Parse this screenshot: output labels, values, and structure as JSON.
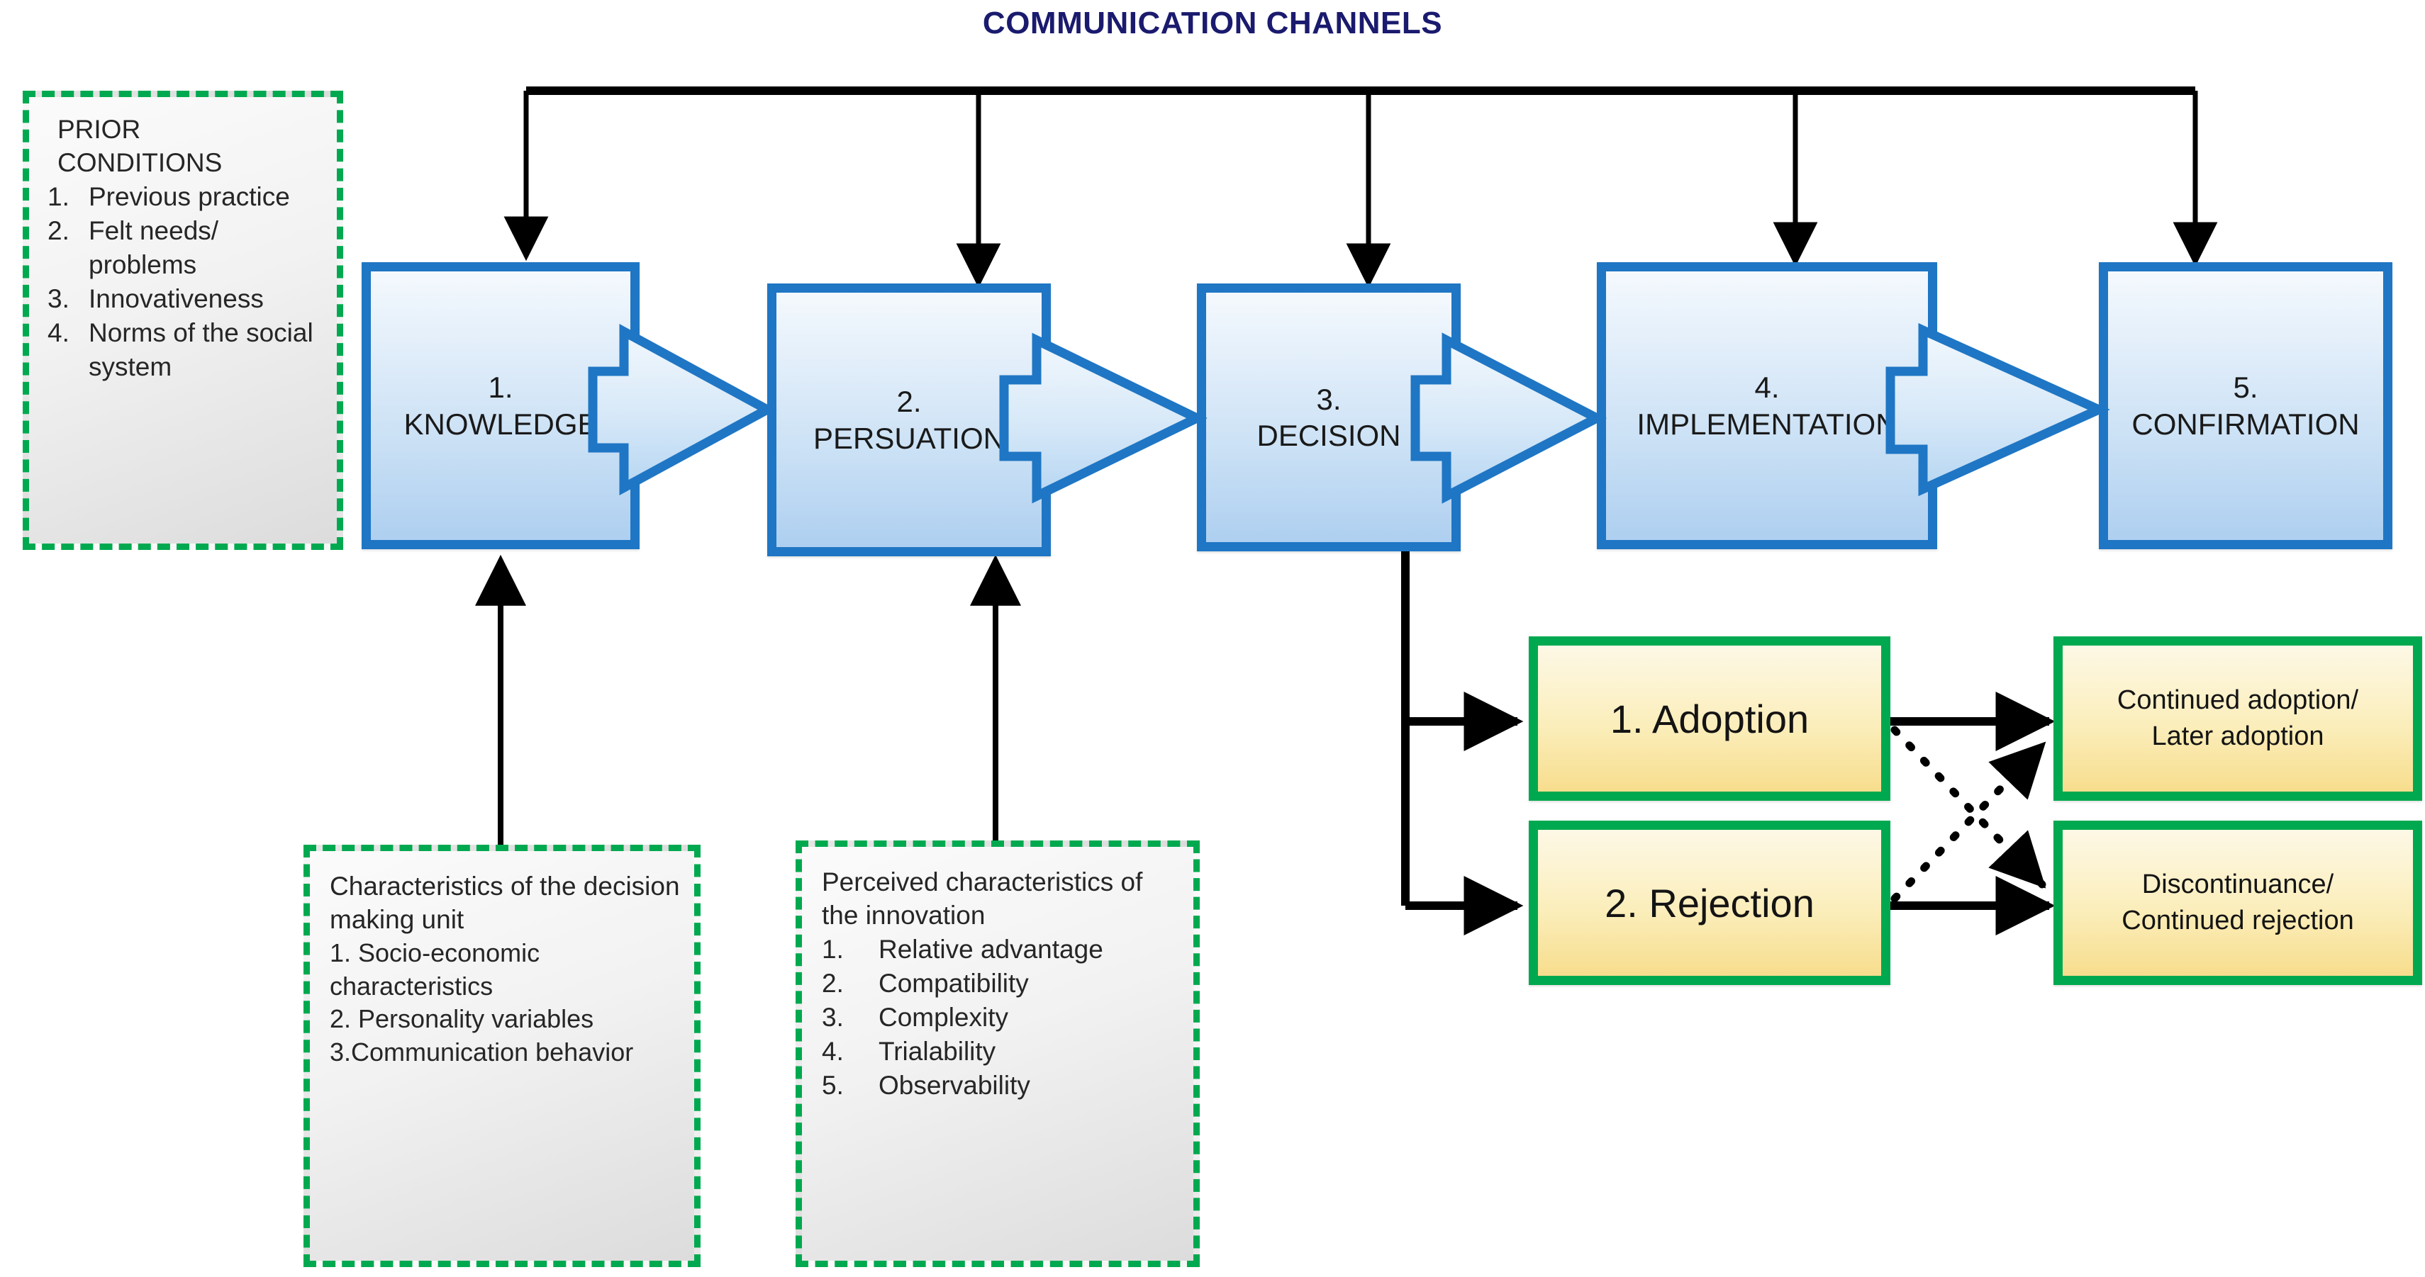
{
  "title": "COMMUNICATION CHANNELS",
  "colors": {
    "title_navy": "#1a1a6e",
    "stage_border_blue": "#1f76c4",
    "dashed_green": "#00a94f",
    "result_green": "#00a94f",
    "gold_fill": "#f7dd8d",
    "connector_black": "#000000"
  },
  "prior_conditions": {
    "heading": "PRIOR\nCONDITIONS",
    "items": [
      {
        "n": "1.",
        "text": "Previous practice"
      },
      {
        "n": "2.",
        "text": "Felt needs/ problems"
      },
      {
        "n": "3.",
        "text": "Innovativeness"
      },
      {
        "n": "4.",
        "text": "Norms of the social system"
      }
    ]
  },
  "decision_making_unit": {
    "heading": "Characteristics of the decision making unit",
    "lines": [
      "1. Socio-economic characteristics",
      "2. Personality variables",
      "3.Communication behavior"
    ]
  },
  "innovation_characteristics": {
    "heading": "Perceived characteristics of the innovation",
    "items": [
      {
        "n": "1.",
        "text": "Relative advantage"
      },
      {
        "n": "2.",
        "text": "Compatibility"
      },
      {
        "n": "3.",
        "text": "Complexity"
      },
      {
        "n": "4.",
        "text": "Trialability"
      },
      {
        "n": "5.",
        "text": "Observability"
      }
    ]
  },
  "stages": [
    {
      "num": "1.",
      "label": "KNOWLEDGE"
    },
    {
      "num": "2.",
      "label": "PERSUATION"
    },
    {
      "num": "3.",
      "label": "DECISION"
    },
    {
      "num": "4.",
      "label": "IMPLEMENTATION"
    },
    {
      "num": "5.",
      "label": "CONFIRMATION"
    }
  ],
  "outcomes": [
    {
      "label": "1. Adoption"
    },
    {
      "label": "2. Rejection"
    }
  ],
  "results": [
    {
      "label": "Continued adoption/\nLater adoption"
    },
    {
      "label": "Discontinuance/\nContinued rejection"
    }
  ]
}
